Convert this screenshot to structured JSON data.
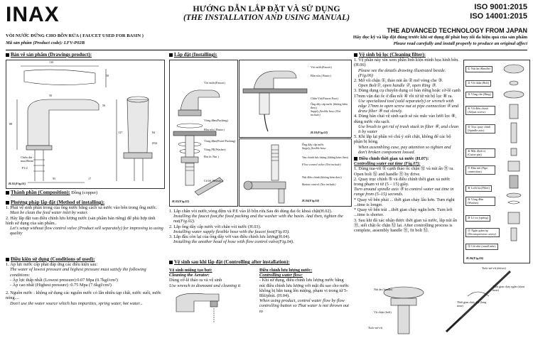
{
  "header": {
    "logo": "INAX",
    "title_vn": "HƯỚNG DẪN LẮP ĐẶT VÀ SỬ DỤNG",
    "title_en": "(THE INSTALLATION  AND USING  MANUAL)",
    "iso1": "ISO  9001:2015",
    "iso2": "ISO 14001:2015",
    "tagline": "THE ADVANCED TECHNOLOGY FROM JAPAN",
    "product_name": "VÒI NƯỚC ĐỨNG CHO BỒN RỬA ( FAUCET USED FOR BASIN )",
    "product_code": "Mã sản phẩm (Product code): LFV-P02B",
    "notice_vn": "Hãy đọc kỹ và lắp đặt đúng trước khi sử dụng để phát huy tối đa hiệu quả của sản phẩm",
    "notice_en": "Please  read carefully and  install  properly to produce an original affect"
  },
  "drawings": {
    "title": "Bản vẽ sản phẩm (Drawings product):",
    "dims": [
      "130",
      "50",
      "50",
      "56",
      "137",
      "88",
      "95",
      "17",
      "84"
    ],
    "labels": [
      "Chiều dài - max38mm",
      "P1/2",
      "Ø34"
    ],
    "fig": "H.01(Fig.01)"
  },
  "installing": {
    "title": "Lắp đặt (Installing):",
    "labels_a": [
      "Vòi nước(Faucet)",
      "Vòng đệm(Packing)",
      "Bồn rửa ( Basin )",
      "Vòng đệm(Fixed Packing)",
      "Vòng PE(Washer)",
      "Đai ốc Nut )",
      "Cờ lê( Wrench )"
    ],
    "fig_a": "H.02(Fig.02)",
    "labels_b": [
      "Vòi nước(Faucet)",
      "Bồn rửa ( Basin )",
      "Chân Vòi(Faucet Foot)",
      "Ống dây cấp nước (không kèm theo)",
      "Supply flexible hose (Not include)"
    ],
    "fig_b": "H.03(Fig.03)",
    "labels_c": [
      "Ống dây cấp nước",
      "Supply flexible hose",
      "Van chính lưu lượng (không kèm theo)",
      "Flow control valve (Not include)",
      "Nút điều chỉnh (không kèm theo)",
      "Button control (Not include)"
    ],
    "fig_c": "H.04(Fig.04)",
    "steps": [
      "1. Lắp chân vòi nước,vòng đệm và P.E vào lỗ bồn rửa.Sau đó dùng đai ốc khoá chặt(H.02).",
      "Installing the faucet foot,the fixed  packing and the washer with the basin. And then, tighten the nut(Fig.02).",
      "2. Lắp ống dây cấp nước với chân vòi nước (H.03).",
      "Installing water supply flexible hose with the faucet foot(Fig.03).",
      "3. Lắp đầu còn lại của ống dây với van điều chỉnh lưu lượng(H.04).",
      "Installing the another head  of hose with flow control valve(Fig.04)."
    ]
  },
  "composition": {
    "title": "Thành phần (Composition):",
    "value": "Đồng (copper)"
  },
  "method": {
    "title": "Phương pháp lắp đặt (Method of  installing):",
    "lines": [
      "1. Phải vệ sinh phần trong của ống nước bằng cách xả nước vào bên trong ống nước.",
      "Must be clean the feed water inlet by water.",
      "2. Hãy lắp đặt van điều chỉnh lưu lượng nước (sản phẩm bán riêng) để phù hợp tình hình sử dụng của sản phẩm..",
      "Let's setup without  flow control valve (Product sell separately) for improving to using quality"
    ]
  },
  "conditions": {
    "title": "Điều kiện sử dụng (Conditions of used):",
    "lines": [
      "1. Áp lực nước cấp phải đáp ứng các điều kiện sau:",
      "The water of lowest pressure and highest pressure must satisfy the following conditions:",
      "- Áp lực thấp nhất (Lowest  pressure):0.07 Mpa  (0.7kgf/cm²)",
      "- Áp cao nhất (Highest  pressure)        :0.75 Mpa  (7.6kgf/cm²)",
      "2. Nguồn nước : không sử dụng các nguồn nước có lẫn nhiều tạp chất, nước suối, nước nóng....",
      "Don't use the water source which has impurities, spring water, hot  water..."
    ]
  },
  "adjustment": {
    "title": "Vệ sinh sau khi lắp đặt (Controlling after installation):",
    "a_title": "Vệ sinh miệng tạo bọt:",
    "a_title_en": "Cleaning the Aerator:",
    "a_lines": [
      "Dùng cờ-lê tháo ra và vệ sinh",
      "Use  wrench to dismount and cleaning it"
    ],
    "b_title": "Điều chỉnh lưu lượng nước:",
    "b_title_en": "Controlling water flow:",
    "b_lines": [
      "- Khi sử dụng, điều chỉnh lưu lượng nước bằng nút điều chỉnh lưu lượng với mặt đủ sao cho nước không bị bắn tung lên miệng, phạm vi trong từ 5-8lít/phút. (H.04).",
      "When using product, control water flow by flow controlling button so That water is not thrown out to"
    ]
  },
  "cleaning": {
    "title": "Vệ sinh bộ lọc (Cleaning filter):",
    "lines": [
      "1. Vệ phần này xin xem phần linh kiện mình họa hình bên.(H.06)",
      "Please see the details drawing illustrated beside. (Fig.06)",
      "2. Mở vít chặn ①, tháo nút ấn ② mở vòng che ③.",
      "Open Bolt①, open handle ②, open Ring ③.",
      "3. Dùng dụng cụ chuyên dụng có bán riêng hoặc cờ-lê cạnh 17mm vặn đai ốc ở đầu nối ④ rồi từ từ rút bộ lọc ⑧ ra.",
      "Use specialized tool (sold separately) or wrench with edge 17mm to open screw nut at pipe connection ④ and  draw filter ⑧ out slowly.",
      "4. Dùng bàn chải vệ sinh sạch sẽ rác mắc vào lưới lọc ⑧, dùng nước rửa sạch.",
      "Use brush to get rid of trash stuck in filter ⑧, and clean it by water",
      "5. Khi lắp lại phần vỏ chú ý siết chặt, không để các bộ phận bị hỏng.",
      "When assembling case, pay attention so tighten and don't broken component loosed."
    ],
    "time_title": "Điều chỉnh thời gian xả nước (H.07):",
    "time_title_en": "Controlling water out time (Fig.07):",
    "time_lines": [
      "1. Dùng tua-vít ① cạnh tháo ốc chặn ⑫ và nút ấn ⑪ ra. Open bolt ⑫ and handle ⑪ by drive.",
      "2. Quay trục chính ⑤ và điều chỉnh thời gian xả nước trong phạm vi từ (5 – 15) giây.",
      "Turn around spindle axis ⑤ to control water out time in range from (5–15) seconds.",
      "* Quay về bên phải ... thời gian chảy lâu hơn. Turn right ...time is longer.",
      "* Quay về bên trái ...thời gian chảy ngắn hơn. Turn left ...time is shorter.",
      "3. Sau khi đã xác nhận được thời gian xả nước, lắp nút ấn ⑪, siết chặt ốc chặn ⑫ lại. After controlling process is complete, assembly handle ⑪, fit bolt ⑫."
    ]
  },
  "parts": {
    "items": [
      "① Nút ấn (Handle)",
      "② Vít chặn (Bolt)",
      "③ Vòng che (Ring)",
      "④ Vít điều chỉnh (Adjust screw)",
      "⑤ Trục quay chính (Spindle axis)",
      "⑥ Mặc định vị (Cutter pin)",
      "⑦ Đầu nối (Pipe connection)",
      "⑧ Lưới lọc(Filter)",
      "⑨ Vòng đệm (Washer)",
      "⑩ Lò xo (spring)",
      "⑪ Ngăn giảm áp (Decompression cavity)",
      "⑫ Lõi nhỏ (small tube)"
    ],
    "fig": "H.06(Fig.06)",
    "fig7_labels": [
      "Tuốc-nơ-vít (driver)",
      "Thời gian chảy ngắn (short time)",
      "Thời gian chảy dài (long time)",
      "Nút ấn (handle)",
      "Vít chặn (bolt)",
      "Tuốc-nơ-vít"
    ]
  }
}
